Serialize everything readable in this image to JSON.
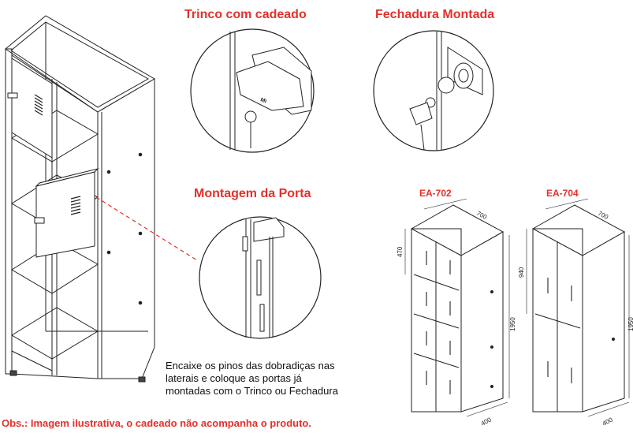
{
  "titles": {
    "trinco": "Trinco com cadeado",
    "fechadura": "Fechadura Montada",
    "montagem": "Montagem da Porta"
  },
  "models": [
    {
      "name": "EA-702",
      "depth": "700",
      "compartment_height": "470",
      "total_height": "1950",
      "width": "400"
    },
    {
      "name": "EA-704",
      "depth": "700",
      "compartment_height": "940",
      "total_height": "1950",
      "width": "400"
    }
  ],
  "instructions": [
    "Encaixe os pinos das dobradiças nas",
    "laterais e coloque as portas já",
    "montadas com o Trinco ou Fechadura"
  ],
  "observation": "Obs.: Imagem ilustrativa, o cadeado não acompanha o produto.",
  "colors": {
    "accent": "#e4312b",
    "line": "#222222"
  }
}
